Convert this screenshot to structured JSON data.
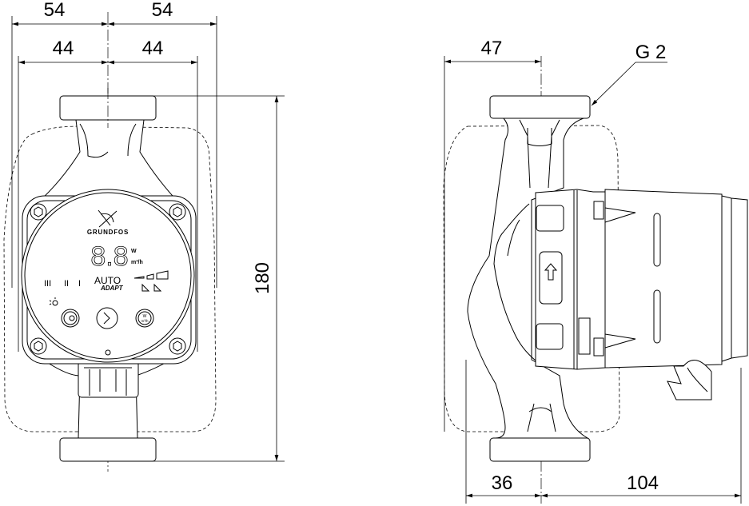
{
  "front_view": {
    "dim_top_left": "54",
    "dim_top_right": "54",
    "dim_mid_left": "44",
    "dim_mid_right": "44",
    "dim_height": "180",
    "panel": {
      "brand": "GRUNDFOS",
      "display": "8.8",
      "unit_power": "W",
      "unit_flow": "m³/h",
      "speed_3": "III",
      "speed_2": "II",
      "speed_1": "I",
      "auto_label": "AUTO",
      "adapt_label": "ADAPT",
      "button_unit_power": "W",
      "button_unit_flow": "m³/h"
    }
  },
  "side_view": {
    "dim_top": "47",
    "thread_label": "G 2",
    "dim_bottom_left": "36",
    "dim_bottom_right": "104"
  }
}
